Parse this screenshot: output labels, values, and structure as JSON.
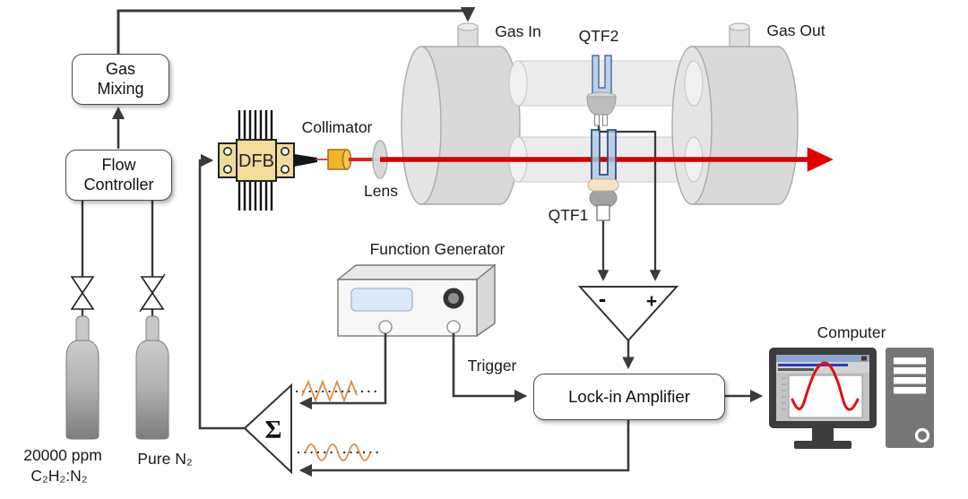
{
  "diagram": {
    "gas_line": {
      "gas_mixing_line1": "Gas",
      "gas_mixing_line2": "Mixing",
      "flow_controller_line1": "Flow",
      "flow_controller_line2": "Controller",
      "cylinder1_label_line1": "20000 ppm",
      "cylinder1_label_line2": "C₂H₂:N₂",
      "cylinder2_label": "Pure N₂"
    },
    "optics": {
      "dfb_label": "DFB",
      "collimator_label": "Collimator",
      "lens_label": "Lens"
    },
    "gas_cell": {
      "gas_in_label": "Gas In",
      "gas_out_label": "Gas Out",
      "qtf2_label": "QTF2",
      "qtf1_label": "QTF1"
    },
    "electronics": {
      "function_generator_label": "Function Generator",
      "trigger_label": "Trigger",
      "lock_in_label": "Lock-in Amplifier",
      "computer_label": "Computer",
      "summing_amp_symbol": "Σ",
      "diff_amp_minus": "-",
      "diff_amp_plus": "+"
    },
    "colors": {
      "laser_beam": "#d10000",
      "waveform_orange": "#dd8a45",
      "dfb_package": "#f2dc9b",
      "collimator_body": "#f0b429",
      "qtf_fill": "#bcd0ea",
      "wire": "#3a3a3a"
    }
  }
}
